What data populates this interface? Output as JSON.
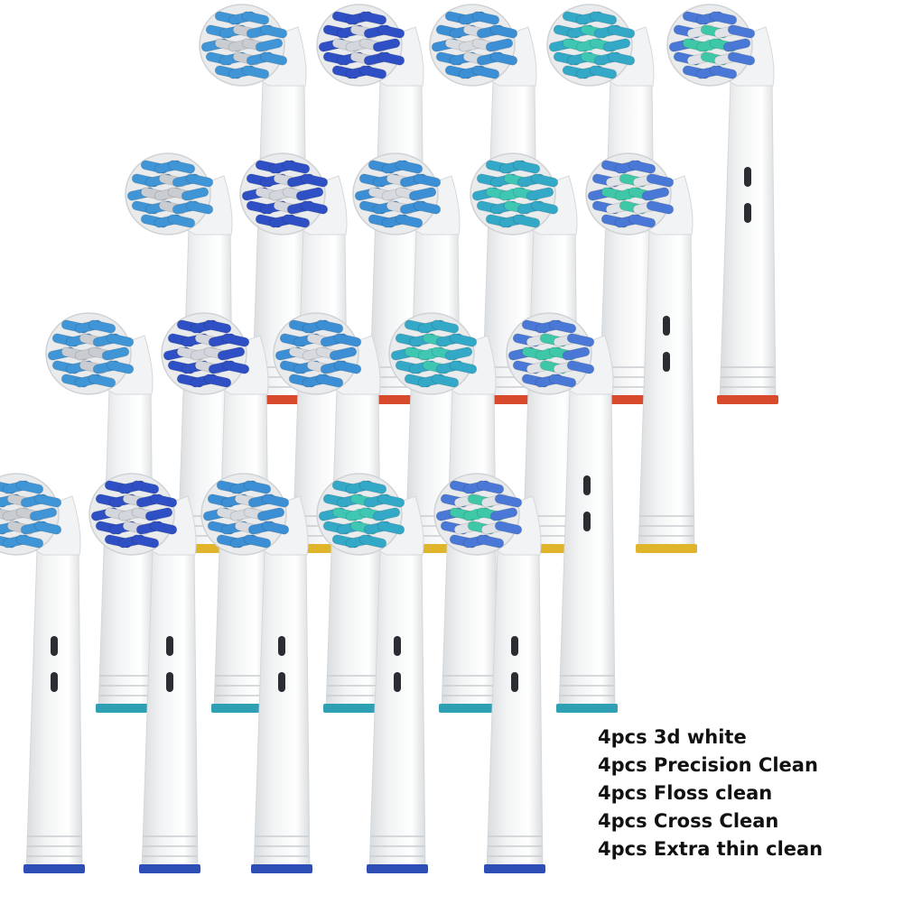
{
  "caption": [
    "4pcs 3d white",
    "4pcs Precision Clean",
    "4pcs Floss clean",
    "4pcs Cross Clean",
    "4pcs Extra thin clean"
  ],
  "head_types": [
    {
      "type": "3d-white",
      "bristle_color": "#3f95d6",
      "center_color": "#c9cdd2",
      "count": 4
    },
    {
      "type": "precision-clean",
      "bristle_color": "#2f4fc4",
      "center_color": "#d3d6dc",
      "count": 4
    },
    {
      "type": "floss-clean",
      "bristle_color": "#3c8fd4",
      "center_color": "#d7dbe0",
      "count": 4
    },
    {
      "type": "cross-clean",
      "bristle_color": "#33a8c7",
      "center_color": "#3fc7b4",
      "count": 4
    },
    {
      "type": "extra-thin-clean",
      "bristle_color": "#dfe2e6",
      "center_color": "#3fc8a8",
      "count": 4
    }
  ],
  "ring_colors": [
    "#d84a2c",
    "#e0b42b",
    "#2f9fb4",
    "#2d4fb5"
  ],
  "colors": {
    "background": "#ffffff",
    "handle": "#f2f3f4",
    "handle_shade": "#d9dcdf",
    "text": "#111111"
  }
}
